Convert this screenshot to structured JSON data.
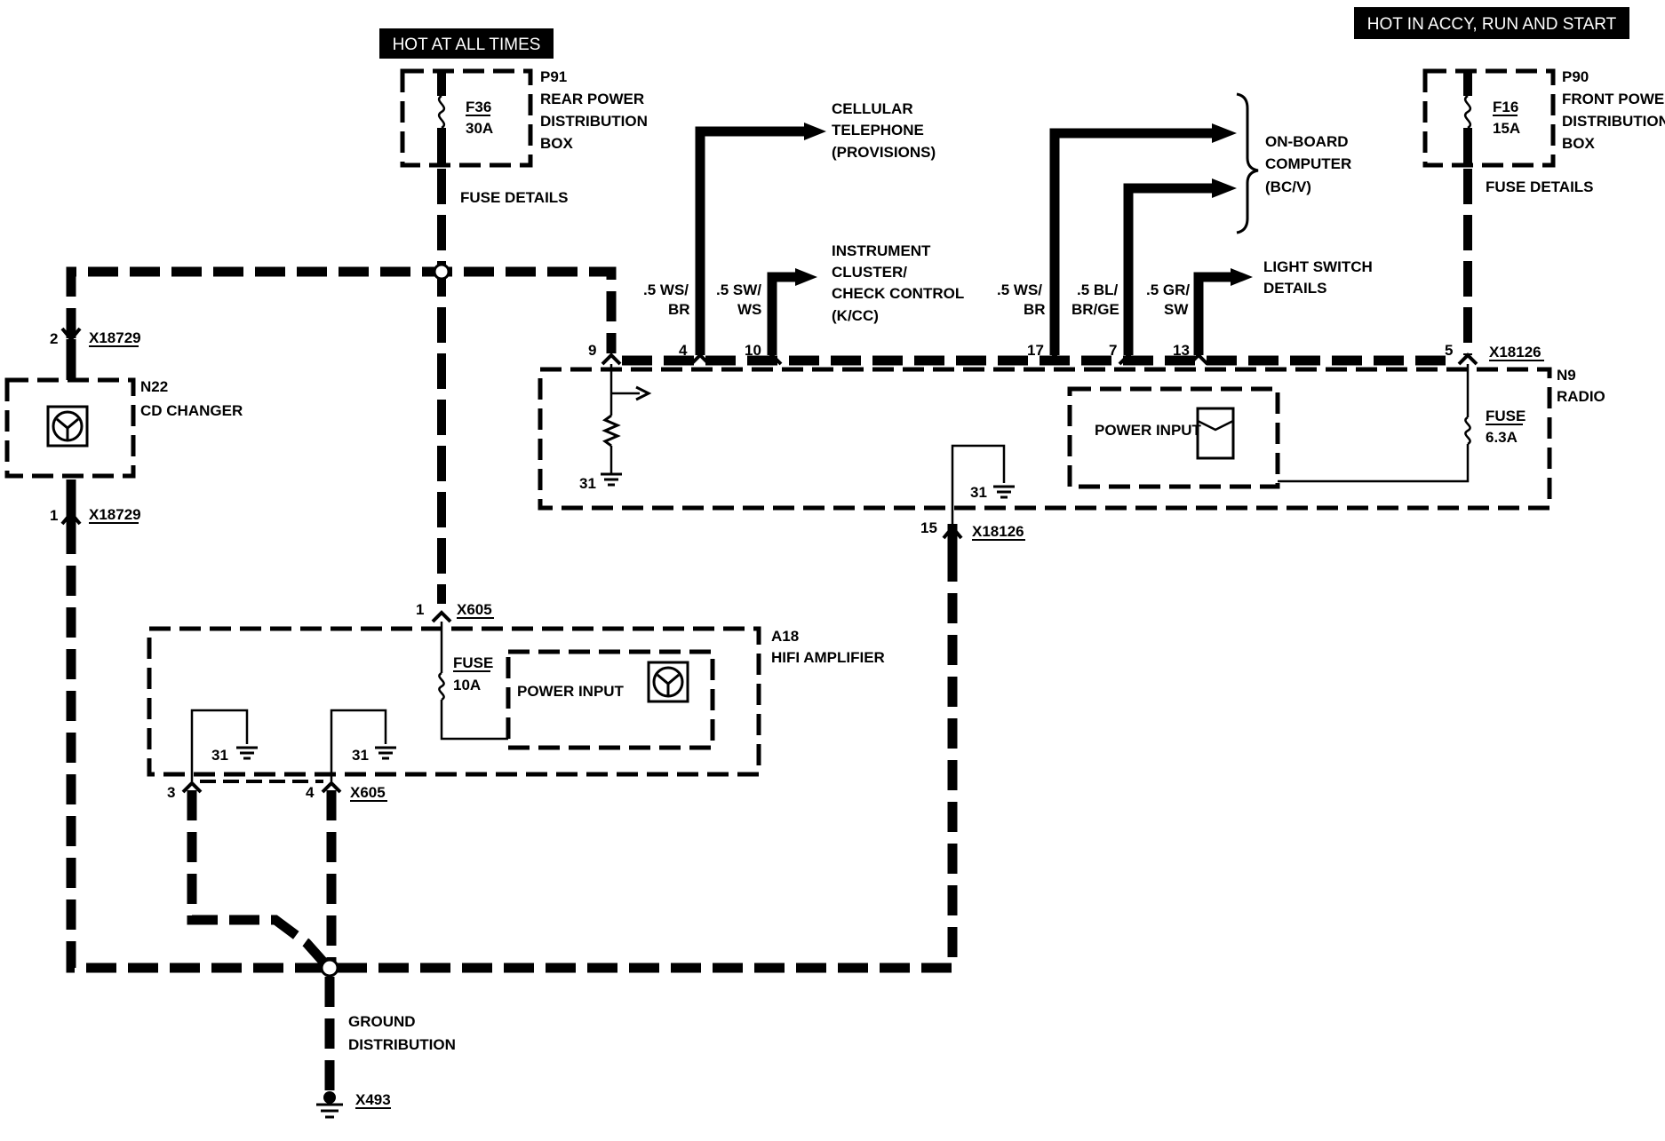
{
  "banners": {
    "hot_at_all_times": "HOT AT ALL TIMES",
    "hot_in_accy": "HOT IN ACCY, RUN AND START"
  },
  "p91": {
    "id": "P91",
    "line1": "REAR POWER",
    "line2": "DISTRIBUTION",
    "line3": "BOX",
    "fuse_id": "F36",
    "fuse_rating": "30A",
    "details": "FUSE DETAILS"
  },
  "p90": {
    "id": "P90",
    "line1": "FRONT POWER",
    "line2": "DISTRIBUTION",
    "line3": "BOX",
    "fuse_id": "F16",
    "fuse_rating": "15A",
    "details": "FUSE DETAILS"
  },
  "cellular": {
    "line1": "CELLULAR",
    "line2": "TELEPHONE",
    "line3": "(PROVISIONS)"
  },
  "instrument": {
    "line1": "INSTRUMENT",
    "line2": "CLUSTER/",
    "line3": "CHECK CONTROL",
    "line4": "(K/CC)"
  },
  "obc": {
    "line1": "ON-BOARD",
    "line2": "COMPUTER",
    "line3": "(BC/V)"
  },
  "light_switch": {
    "line1": "LIGHT SWITCH",
    "line2": "DETAILS"
  },
  "wires": {
    "w4a": ".5 WS/",
    "w4b": "BR",
    "w10a": ".5 SW/",
    "w10b": "WS",
    "w17a": ".5 WS/",
    "w17b": "BR",
    "w7a": ".5 BL/",
    "w7b": "BR/GE",
    "w13a": ".5 GR/",
    "w13b": "SW"
  },
  "pins": {
    "p9": "9",
    "p4": "4",
    "p10": "10",
    "p17": "17",
    "p7": "7",
    "p13": "13",
    "p5": "5",
    "p15": "15",
    "n22_2": "2",
    "n22_1": "1",
    "a18_1": "1",
    "a18_3": "3",
    "a18_4": "4"
  },
  "connectors": {
    "x18126": "X18126",
    "x18729": "X18729",
    "x605": "X605",
    "x493": "X493"
  },
  "n22": {
    "id": "N22",
    "name": "CD CHANGER"
  },
  "n9": {
    "id": "N9",
    "name": "RADIO",
    "fuse_label": "FUSE",
    "fuse_rating": "6.3A",
    "power_input": "POWER INPUT",
    "ground": "31"
  },
  "a18": {
    "id": "A18",
    "name": "HIFI AMPLIFIER",
    "fuse_label": "FUSE",
    "fuse_rating": "10A",
    "power_input": "POWER INPUT",
    "ground": "31"
  },
  "ground_distribution": {
    "line1": "GROUND",
    "line2": "DISTRIBUTION"
  }
}
